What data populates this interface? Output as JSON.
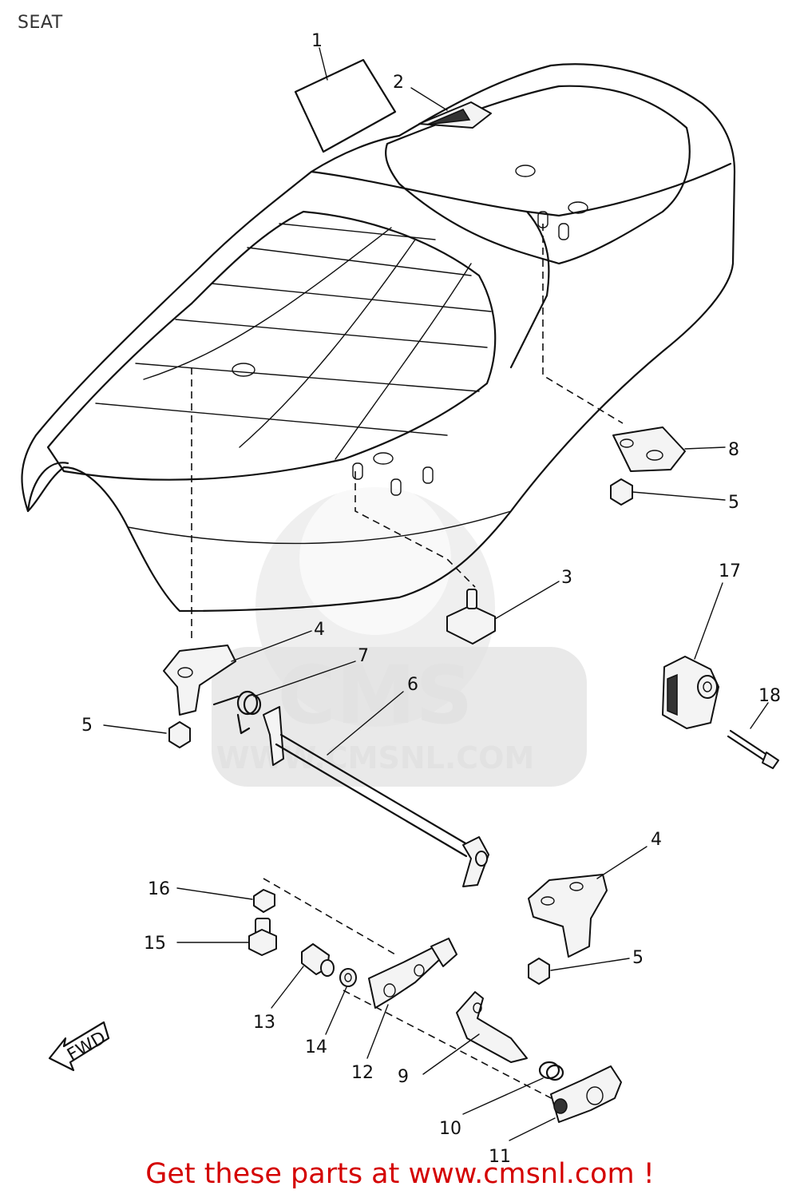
{
  "page": {
    "title": "SEAT",
    "footer": "Get these parts at www.cmsnl.com !"
  },
  "watermark": {
    "logo_text": "CMS",
    "url_text": "WWW.CMSNL.COM"
  },
  "fwd_marker": "FWD",
  "callouts": [
    {
      "id": "c1",
      "label": "1"
    },
    {
      "id": "c2",
      "label": "2"
    },
    {
      "id": "c3",
      "label": "3"
    },
    {
      "id": "c4a",
      "label": "4"
    },
    {
      "id": "c4b",
      "label": "4"
    },
    {
      "id": "c5a",
      "label": "5"
    },
    {
      "id": "c5b",
      "label": "5"
    },
    {
      "id": "c5c",
      "label": "5"
    },
    {
      "id": "c6",
      "label": "6"
    },
    {
      "id": "c7",
      "label": "7"
    },
    {
      "id": "c8",
      "label": "8"
    },
    {
      "id": "c9",
      "label": "9"
    },
    {
      "id": "c10",
      "label": "10"
    },
    {
      "id": "c11",
      "label": "11"
    },
    {
      "id": "c12",
      "label": "12"
    },
    {
      "id": "c13",
      "label": "13"
    },
    {
      "id": "c14",
      "label": "14"
    },
    {
      "id": "c15",
      "label": "15"
    },
    {
      "id": "c16",
      "label": "16"
    },
    {
      "id": "c17",
      "label": "17"
    },
    {
      "id": "c18",
      "label": "18"
    }
  ]
}
